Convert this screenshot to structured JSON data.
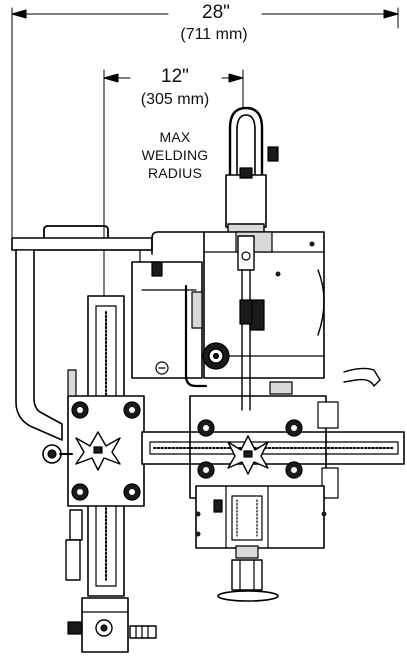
{
  "dimensions": {
    "overall": {
      "imperial": "28\"",
      "metric": "(711 mm)"
    },
    "radius": {
      "imperial": "12\"",
      "metric": "(305 mm)"
    }
  },
  "annotation": {
    "line1": "MAX",
    "line2": "WELDING",
    "line3": "RADIUS"
  },
  "colors": {
    "stroke": "#000000",
    "fill_light": "#ffffff",
    "fill_gray": "#d9d9d9",
    "fill_dark": "#1a1a1a"
  }
}
